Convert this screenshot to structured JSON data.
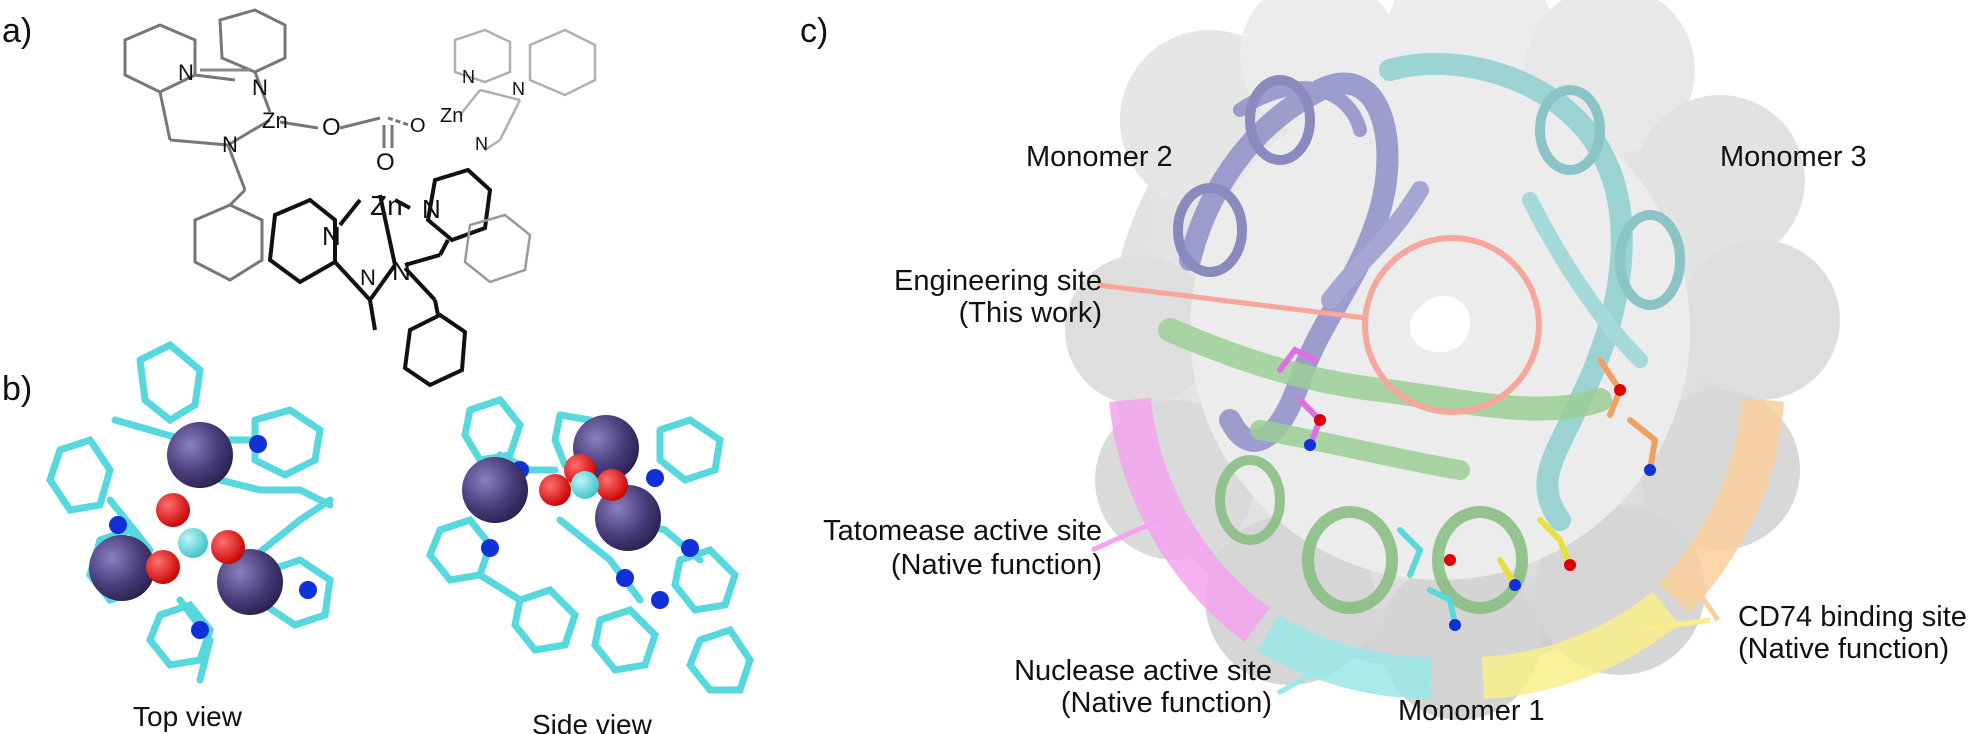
{
  "panels": {
    "a": "a)",
    "b": "b)",
    "c": "c)"
  },
  "panel_a": {
    "atoms": {
      "zn": "Zn",
      "n": "N",
      "o": "O"
    },
    "colors": {
      "zn": "#b84fe0",
      "n": "#1a3fe0",
      "o": "#f04a4a",
      "bond": "#111111",
      "faded": "#888888"
    }
  },
  "panel_b": {
    "top_view": "Top view",
    "side_view": "Side view",
    "colors": {
      "zn": "#4a3d7a",
      "o": "#e00000",
      "c": "#56d8de",
      "n": "#1030d8"
    }
  },
  "panel_c": {
    "labels": {
      "monomer2": "Monomer 2",
      "monomer3": "Monomer 3",
      "monomer1": "Monomer 1",
      "engineering_site": "Engineering site",
      "engineering_note": "(This work)",
      "tautomerase_site": "Tatomease active site",
      "tautomerase_note": "(Native function)",
      "nuclease_site": "Nuclease active site",
      "nuclease_note": "(Native function)",
      "cd74_site": "CD74 binding site",
      "cd74_note": "(Native function)"
    },
    "colors": {
      "surface": "#dcdcdc",
      "monomer1": "#9ccf96",
      "monomer2": "#8f8fc8",
      "monomer3": "#8ecfcf",
      "engineering": "#f6a69a",
      "tautomerase": "#f5a3f0",
      "nuclease": "#9ae8e8",
      "cd74_yellow": "#f8ee8a",
      "cd74_orange": "#fbcf9c"
    }
  }
}
